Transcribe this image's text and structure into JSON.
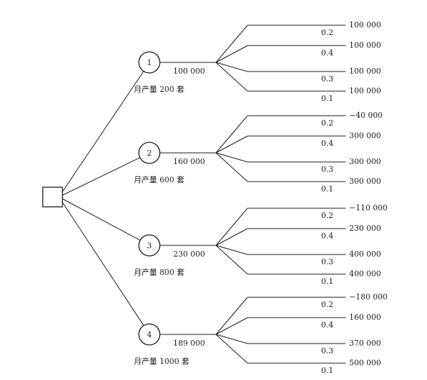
{
  "decision_tree": {
    "branches": [
      {
        "node": "1",
        "option": "月产量 200 套",
        "expected_value": "100 000",
        "outcomes": [
          {
            "probability": "0.2",
            "payoff": "100 000"
          },
          {
            "probability": "0.4",
            "payoff": "100 000"
          },
          {
            "probability": "0.3",
            "payoff": "100 000"
          },
          {
            "probability": "0.1",
            "payoff": "100 000"
          }
        ]
      },
      {
        "node": "2",
        "option": "月产量 600 套",
        "expected_value": "160 000",
        "outcomes": [
          {
            "probability": "0.2",
            "payoff": "−40 000"
          },
          {
            "probability": "0.4",
            "payoff": "300 000"
          },
          {
            "probability": "0.3",
            "payoff": "300 000"
          },
          {
            "probability": "0.1",
            "payoff": "300 000"
          }
        ]
      },
      {
        "node": "3",
        "option": "月产量 800 套",
        "expected_value": "230 000",
        "outcomes": [
          {
            "probability": "0.2",
            "payoff": "−110 000"
          },
          {
            "probability": "0.4",
            "payoff": "230 000"
          },
          {
            "probability": "0.3",
            "payoff": "400 000"
          },
          {
            "probability": "0.1",
            "payoff": "400 000"
          }
        ]
      },
      {
        "node": "4",
        "option": "月产量 1000 套",
        "expected_value": "189 000",
        "outcomes": [
          {
            "probability": "0.2",
            "payoff": "−180 000"
          },
          {
            "probability": "0.4",
            "payoff": "160 000"
          },
          {
            "probability": "0.3",
            "payoff": "370 000"
          },
          {
            "probability": "0.1",
            "payoff": "500 000"
          }
        ]
      }
    ]
  }
}
